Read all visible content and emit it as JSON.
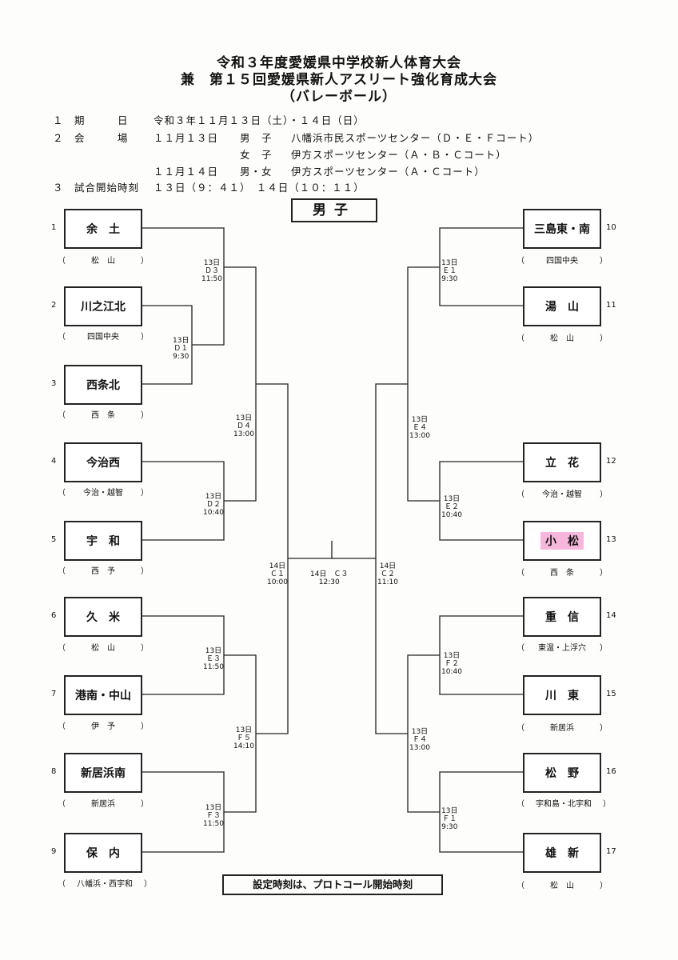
{
  "header": {
    "title_line1": "令和３年度愛媛県中学校新人体育大会",
    "title_line2": "兼　第１５回愛媛県新人アスリート強化育成大会",
    "title_line3": "（バレーボール）"
  },
  "info": {
    "row1_label": "１　期　　　日",
    "row1_value": "令和３年１１月１３日（土）・１４日（日）",
    "row2_label": "２　会　　　場",
    "row2_date": "１１月１３日",
    "row2_gender": "男　子",
    "row2_value": "八幡浜市民スポーツセンター（Ｄ・Ｅ・Ｆコート）",
    "row3_gender": "女　子",
    "row3_value": "伊方スポーツセンター（Ａ・Ｂ・Ｃコート）",
    "row4_date": "１１月１４日",
    "row4_gender": "男・女",
    "row4_value": "伊方スポーツセンター（Ａ・Ｃコート）",
    "row5_label": "３　試合開始時刻",
    "row5_value": "１３日（９：４１）　１４日（１０：１１）"
  },
  "section_title": "男子",
  "paren_open": "（",
  "paren_close": "）",
  "left_teams": [
    {
      "num": "1",
      "name": "余　土",
      "aff": "松　山"
    },
    {
      "num": "2",
      "name": "川之江北",
      "aff": "四国中央"
    },
    {
      "num": "3",
      "name": "西条北",
      "aff": "西　条"
    },
    {
      "num": "4",
      "name": "今治西",
      "aff": "今治・越智"
    },
    {
      "num": "5",
      "name": "宇　和",
      "aff": "西　予"
    },
    {
      "num": "6",
      "name": "久　米",
      "aff": "松　山"
    },
    {
      "num": "7",
      "name": "港南・中山",
      "aff": "伊　予"
    },
    {
      "num": "8",
      "name": "新居浜南",
      "aff": "新居浜"
    },
    {
      "num": "9",
      "name": "保　内",
      "aff": "八幡浜・西宇和"
    }
  ],
  "right_teams": [
    {
      "num": "10",
      "name": "三島東・南",
      "aff": "四国中央"
    },
    {
      "num": "11",
      "name": "湯　山",
      "aff": "松　山"
    },
    {
      "num": "12",
      "name": "立　花",
      "aff": "今治・越智"
    },
    {
      "num": "13",
      "name": "小　松",
      "aff": "西　条"
    },
    {
      "num": "14",
      "name": "重　信",
      "aff": "東温・上浮穴"
    },
    {
      "num": "15",
      "name": "川　東",
      "aff": "新居浜"
    },
    {
      "num": "16",
      "name": "松　野",
      "aff": "宇和島・北宇和"
    },
    {
      "num": "17",
      "name": "雄　新",
      "aff": "松　山"
    }
  ],
  "matches": {
    "D3": "13日\nＤ３\n11:50",
    "D1": "13日\nＤ１\n9:30",
    "D4": "13日\nＤ４\n13:00",
    "D2": "13日\nＤ２\n10:40",
    "E3": "13日\nＥ３\n11:50",
    "F5": "13日\nＦ５\n14:10",
    "F3": "13日\nＦ３\n11:50",
    "C1": "14日\nＣ１\n10:00",
    "C3": "14日　Ｃ３\n12:30",
    "C2": "14日\nＣ２\n11:10",
    "E1": "13日\nＥ１\n9:30",
    "E4": "13日\nＥ４\n13:00",
    "E2": "13日\nＥ２\n10:40",
    "F2": "13日\nＦ２\n10:40",
    "F4": "13日\nＦ４\n13:00",
    "F1": "13日\nＦ１\n9:30"
  },
  "note": "設定時刻は、プロトコール開始時刻",
  "colors": {
    "highlight": "#f7b6dc",
    "line": "#222222"
  }
}
